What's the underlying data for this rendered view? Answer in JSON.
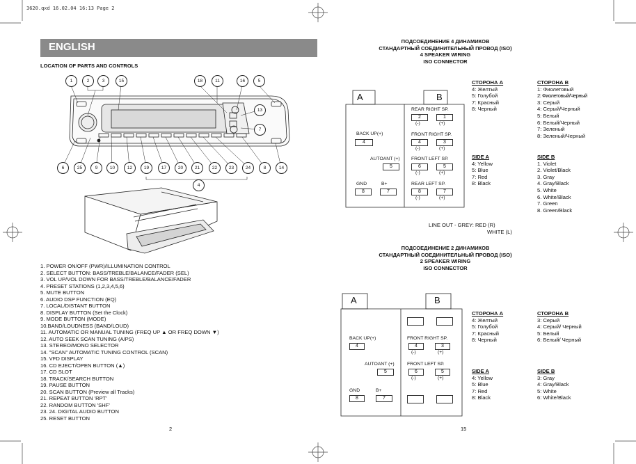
{
  "file_header": "3620.qxd  16.02.04  16:13  Page 2",
  "left_page": {
    "section_title": "ENGLISH",
    "parts_heading": "LOCATION OF PARTS AND CONTROLS",
    "callouts_top": [
      "1",
      "2",
      "3",
      "15",
      "18",
      "11",
      "16",
      "5",
      "13",
      "7"
    ],
    "callouts_bottom": [
      "6",
      "25",
      "9",
      "10",
      "12",
      "19",
      "17",
      "20",
      "21",
      "22",
      "23",
      "24",
      "8",
      "14"
    ],
    "callout_group": "4",
    "parts": [
      "1. POWER ON/OFF (PWR)/ILLUMINATION CONTROL",
      "2. SELECT BUTTON: BASS/TREBLE/BALANCE/FADER (SEL)",
      "3. VOL UP/VOL DOWN FOR BASS/TREBLE/BALANCE/FADER",
      "4. PRESET STATIONS (1,2,3,4,5,6)",
      "5. MUTE BUTTON",
      "6. AUDIO DSP FUNCTION (EQ)",
      "7. LOCAL/DISTANT BUTTON",
      "8. DISPLAY BUTTON (Set the Clock)",
      "9. MODE BUTTON (MODE)",
      "10.BAND/LOUDNESS (BAND/LOUD)",
      "11. AUTOMATIC OR MANUAL TUNING (FREQ UP ▲ OR FREQ DOWN ▼)",
      "12. AUTO SEEK SCAN TUNING (A/PS)",
      "13. STEREO/MONO SELECTOR",
      "14. \"SCAN\" AUTOMATIC TUNING CONTROL (SCAN)",
      "15. VFD DISPLAY",
      "16. CD EJECT/OPEN BUTTON (▲)",
      "17. CD SLOT",
      "18. TRACK/SEARCH BUTTON",
      "19. PAUSE BUTTON",
      "20. SCAN BUTTON (Preview all Tracks)",
      "21. REPEAT BUTTON 'RPT'",
      "22. RANDOM BUTTON 'SHF'",
      "23. 24. DIGITAL AUDIO BUTTON",
      "25. RESET BUTTON"
    ],
    "page_number": "2"
  },
  "right_page": {
    "wiring4": {
      "title": [
        "ПОДСОЕДИНЕНИЕ 4 ДИНАМИКОВ",
        "СТАНДАРТНЫЙ СОЕДИНИТЕЛЬНЫЙ ПРОВОД (ISO)",
        "4 SPEAKER WIRING",
        "ISO CONNECTOR"
      ],
      "side_a_label": "A",
      "side_b_label": "B",
      "labels": {
        "back_up": "BACK UP(+)",
        "autoant": "AUTOANT (+)",
        "gnd": "GND",
        "bplus": "B+",
        "rear_right": "REAR RIGHT SP.",
        "front_right": "FRONT RIGHT SP.",
        "front_left": "FRONT LEFT SP.",
        "rear_left": "REAR LEFT SP.",
        "minus": "(-)",
        "plus": "(+)"
      },
      "pins": {
        "back_up": "4",
        "autoant": "5",
        "gnd": "8",
        "bplus": "7",
        "rear_right": [
          "2",
          "1"
        ],
        "front_right": [
          "4",
          "3"
        ],
        "front_left": [
          "6",
          "5"
        ],
        "rear_left": [
          "8",
          "7"
        ]
      },
      "ru_a": {
        "head": "СТОРОНА А",
        "items": [
          "4: Желтый",
          "5: Голубой",
          "7: Красный",
          "8: Черный"
        ]
      },
      "ru_b": {
        "head": "СТОРОНА В",
        "items": [
          "1: Фиолетовый",
          "2: Фиолетовый/Черный",
          "3: Серый",
          "4: Серый/Черный",
          "5: Белый",
          "6: Белый/Черный",
          "7: Зеленый",
          "8: Зеленый/Черный"
        ]
      },
      "en_a": {
        "head": "SIDE A",
        "items": [
          "4: Yellow",
          "5: Blue",
          "7: Red",
          "8: Black"
        ]
      },
      "en_b": {
        "head": "SIDE B",
        "items": [
          "1. Violet",
          "2. Violet/Black",
          "3. Gray",
          "4. Gray/Black",
          "5. White",
          "6. White/Black",
          "7. Green",
          "8. Green/Black"
        ]
      },
      "line_out_1": "LINE OUT - GREY:  RED (R)",
      "line_out_2": "WHITE (L)"
    },
    "wiring2": {
      "title": [
        "ПОДСОЕДИНЕНИЕ 2 ДИНАМИКОВ",
        "СТАНДАРТНЫЙ СОЕДИНИТЕЛЬНЫЙ ПРОВОД (ISO)",
        "2 SPEAKER WIRING",
        "ISO CONNECTOR"
      ],
      "side_a_label": "A",
      "side_b_label": "B",
      "labels": {
        "back_up": "BACK UP(+)",
        "autoant": "AUTOANT (+)",
        "gnd": "GND",
        "bplus": "B+",
        "front_right": "FRONT RIGHT SP.",
        "front_left": "FRONT LEFT SP.",
        "minus": "(-)",
        "plus": "(+)"
      },
      "pins": {
        "back_up": "4",
        "autoant": "5",
        "gnd": "8",
        "bplus": "7",
        "front_right": [
          "4",
          "3"
        ],
        "front_left": [
          "6",
          "5"
        ]
      },
      "ru_a": {
        "head": "СТОРОНА А",
        "items": [
          "4: Желтый",
          "5: Голубой",
          "7: Красный",
          "8: Черный"
        ]
      },
      "ru_b": {
        "head": "СТОРОНА В",
        "items": [
          "3: Серый",
          "4: Серый/ Черный",
          "5: Белый",
          "6: Белый/ Черный"
        ]
      },
      "en_a": {
        "head": "SIDE A",
        "items": [
          "4: Yellow",
          "5: Blue",
          "7: Red",
          "8: Black"
        ]
      },
      "en_b": {
        "head": "SIDE B",
        "items": [
          "3: Gray",
          "4: Gray/Black",
          "5: White",
          "6: White/Black"
        ]
      }
    },
    "page_number": "15"
  }
}
